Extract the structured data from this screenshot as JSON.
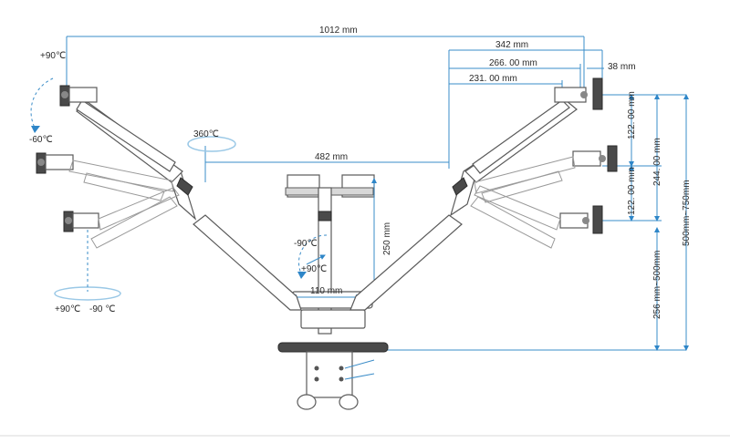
{
  "dimensions": {
    "overall_width": "1012 mm",
    "arm_reach": "342 mm",
    "arm_reach_2": "266. 00 mm",
    "arm_reach_3": "231. 00 mm",
    "tilt_offset": "38 mm",
    "center_span": "482 mm",
    "pole_clearance": "110 mm",
    "pole_height": "250 mm",
    "vert_step_1": "122. 00 mm",
    "vert_step_2": "122. 00 mm",
    "vert_step_total": "244. 00 mm",
    "desk_to_arm": "256 mm~500mm",
    "total_height": "500mm~750mm"
  },
  "rotations": {
    "tilt_up": "+90℃",
    "tilt_down": "-60℃",
    "swivel_full": "360℃",
    "arm_rot_neg": "-90℃",
    "arm_rot_pos": "+90℃",
    "base_pos": "+90℃",
    "base_neg": "-90 ℃"
  },
  "colors": {
    "dimension_line": "#3a8cc8",
    "arrow": "#2e86c8",
    "metal_dark": "#4a4a4a",
    "outline": "#5a5a5a"
  }
}
